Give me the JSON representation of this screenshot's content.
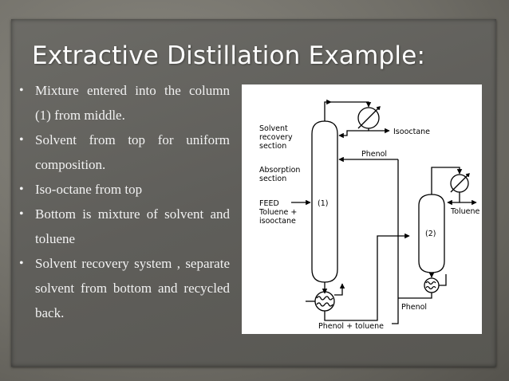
{
  "slide": {
    "title": "Extractive Distillation Example:",
    "bullets": [
      {
        "text": "Mixture entered into the column (1) from middle."
      },
      {
        "text": "Solvent from top for uniform composition."
      },
      {
        "text": "Iso-octane from top"
      },
      {
        "text": "Bottom is mixture of solvent and toluene"
      },
      {
        "text": "Solvent recovery system , separate solvent from bottom and recycled back."
      }
    ],
    "bullet_glyph": "•"
  },
  "diagram": {
    "labels": {
      "solvent_recovery_1": "Solvent",
      "solvent_recovery_2": "recovery",
      "solvent_recovery_3": "section",
      "absorption_1": "Absorption",
      "absorption_2": "section",
      "feed": "FEED",
      "feed_comp_1": "Toluene +",
      "feed_comp_2": "isooctane",
      "column1": "(1)",
      "column2": "(2)",
      "isooctane": "Isooctane",
      "phenol_top": "Phenol",
      "toluene": "Toluene",
      "phenol_bottom": "Phenol",
      "phenol_toluene": "Phenol + toluene"
    }
  },
  "colors": {
    "title": "#ffffff",
    "text": "#f2f2f2",
    "slide_bg": "#5f5e5a",
    "diagram_bg": "#ffffff"
  }
}
